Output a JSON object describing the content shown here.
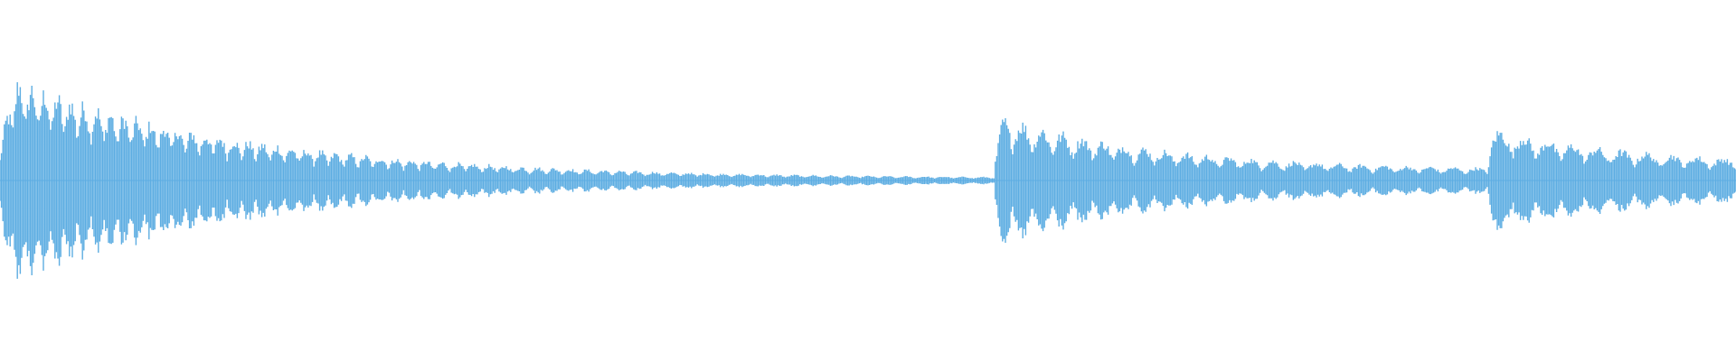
{
  "waveform": {
    "color": "#5dade2",
    "background": "#ffffff",
    "icon": "audio-waveform",
    "segments": [
      {
        "start": 0.0,
        "end": 0.573,
        "peak": 0.56,
        "decay": "exponential",
        "floor": 0.01
      },
      {
        "start": 0.573,
        "end": 0.857,
        "peak": 0.34,
        "decay": "moderate",
        "floor": 0.05
      },
      {
        "start": 0.857,
        "end": 1.0,
        "peak": 0.27,
        "decay": "slow",
        "floor": 0.07
      }
    ]
  }
}
